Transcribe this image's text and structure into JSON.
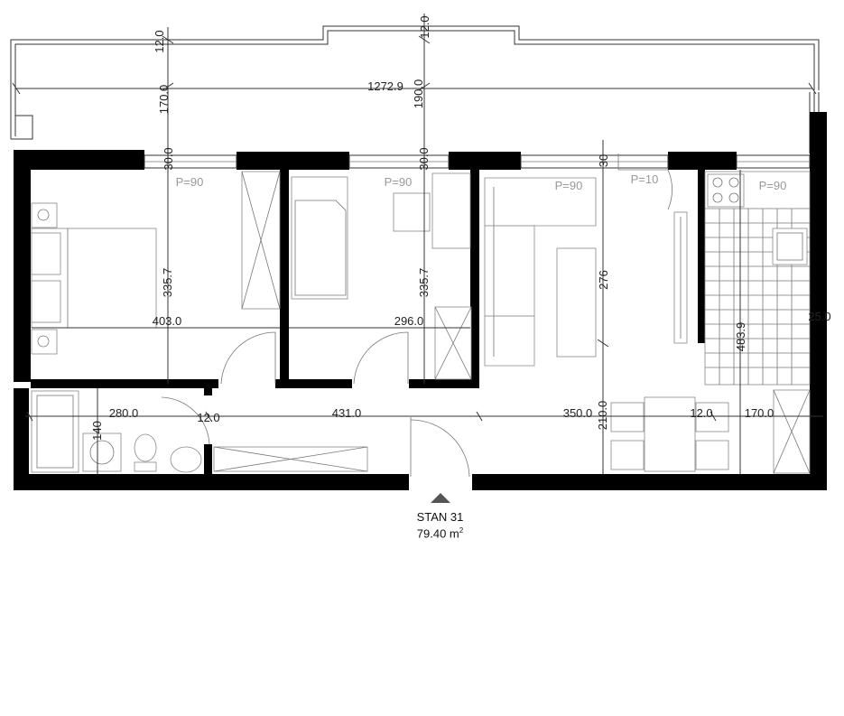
{
  "dimensions": {
    "overall_width": "1272.9",
    "terrace_depth_left": "170.0",
    "terrace_depth_mid": "190.0",
    "terrace_rail_left": "12.0",
    "terrace_rail_mid": "12.0",
    "sill_1": "30.0",
    "sill_2": "30.0",
    "sill_3": "30",
    "bedroom_1_width": "403.0",
    "bedroom_1_depth": "335.7",
    "bedroom_2_width": "296.0",
    "bedroom_2_depth": "335.7",
    "living_depth": "276",
    "kitchen_depth": "483.9",
    "right_wall": "25.0",
    "bath_width": "280.0",
    "bath_height": "140",
    "wall_a": "12.0",
    "hall_width": "431.0",
    "living_width": "350.0",
    "living_lower_depth": "210.0",
    "wall_b": "12.0",
    "storage_width": "170.0"
  },
  "parapets": [
    "P=90",
    "P=90",
    "P=90",
    "P=10",
    "P=90"
  ],
  "unit": {
    "name": "STAN 31",
    "area_value": "79.40 m",
    "area_exp": "2"
  }
}
